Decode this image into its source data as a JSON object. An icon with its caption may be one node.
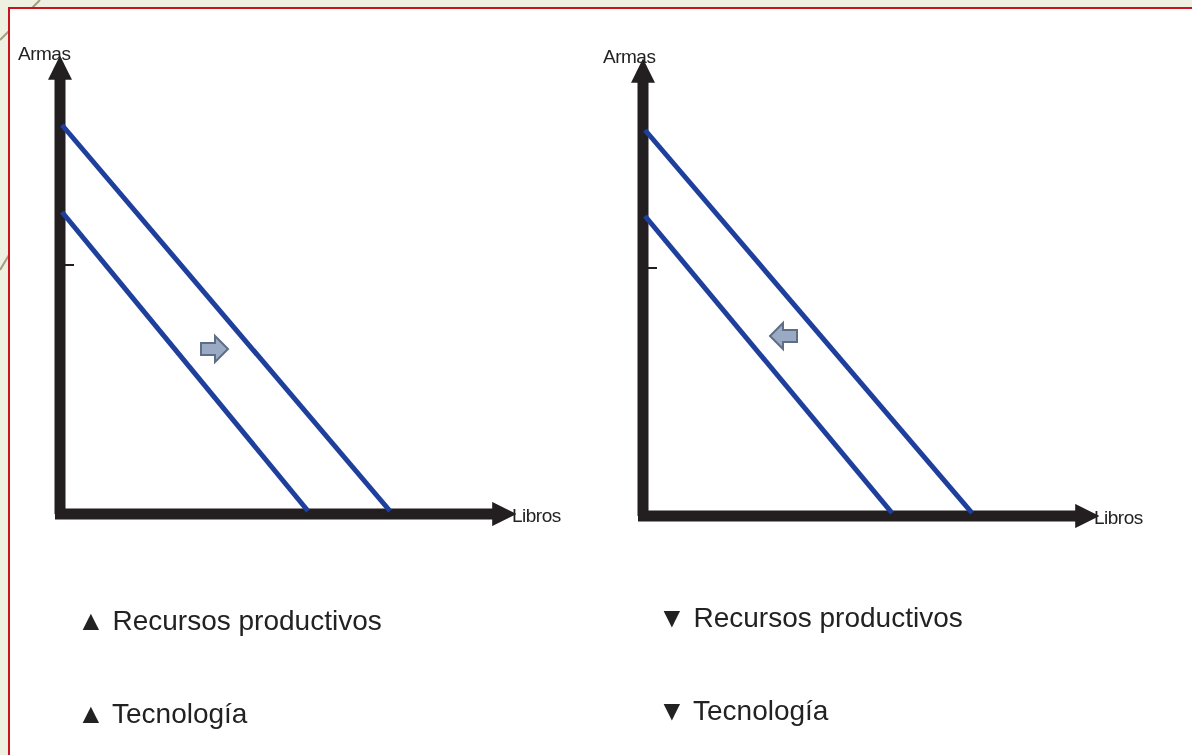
{
  "diagram": {
    "labels": [
      "Armas",
      "Armas",
      "Libros",
      "Libros",
      "▲ Recursos productivos",
      "▼ Recursos productivos",
      "▲ Tecnología",
      "▼ Tecnología"
    ]
  }
}
